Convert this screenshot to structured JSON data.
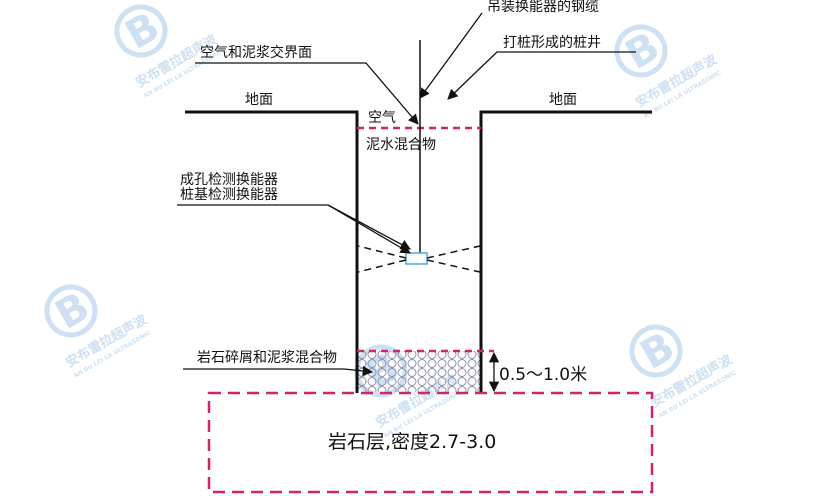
{
  "labels": {
    "cable": "吊装换能器的钢缆",
    "pile_well": "打桩形成的桩井",
    "interface": "空气和泥浆交界面",
    "ground_left": "地面",
    "ground_right": "地面",
    "air": "空气",
    "slurry": "泥水混合物",
    "hole_transducer": "成孔检测换能器",
    "pile_transducer": "桩基检测换能器",
    "debris": "岩石碎屑和泥浆混合物",
    "thickness": "0.5～1.0米",
    "bedrock": "岩石层,密度2.7-3.0"
  },
  "watermark": {
    "logo_letter": "B",
    "brand_cn": "安布雷拉超声波",
    "brand_en": "AN BU LEI LA ULTRASONIC"
  },
  "colors": {
    "line": "#111111",
    "dashed_accent": "#d0246c",
    "transducer": "#4aa8e0",
    "debris_circle": "#8a8aa8",
    "watermark": "#9ec3e6"
  }
}
